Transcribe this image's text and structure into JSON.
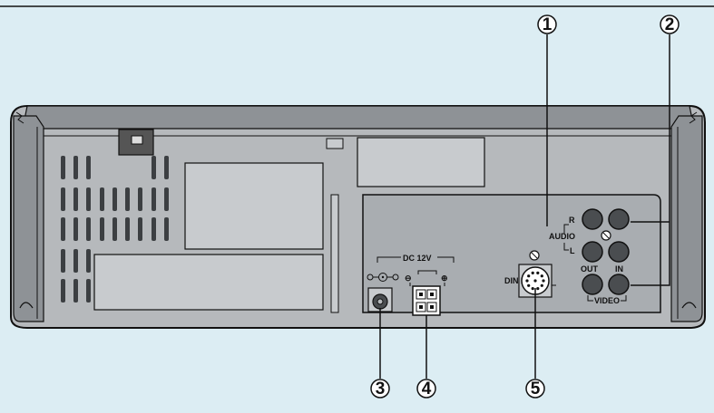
{
  "colors": {
    "background": "#dcedf3",
    "panel": "#b6b9bc",
    "panel_dark": "#8e9296",
    "jack": "#4a4d50",
    "outline": "#111111"
  },
  "callouts": [
    {
      "number": "1",
      "target": "audio-jack-1"
    },
    {
      "number": "2",
      "target": "audio-video-group"
    },
    {
      "number": "3",
      "target": "dc-jack-1"
    },
    {
      "number": "4",
      "target": "dc-terminal-4pin"
    },
    {
      "number": "5",
      "target": "din-connector"
    }
  ],
  "labels": {
    "audio": "AUDIO",
    "audio_r": "R",
    "audio_l": "L",
    "video": "VIDEO",
    "out": "OUT",
    "in": "IN",
    "din": "DIN",
    "dc_12v": "DC 12V",
    "minus": "⊖",
    "plus": "⊕"
  },
  "icons": {
    "ground_symbol": "ground-screw-icon",
    "polarity_symbol": "center-negative-polarity-icon"
  }
}
